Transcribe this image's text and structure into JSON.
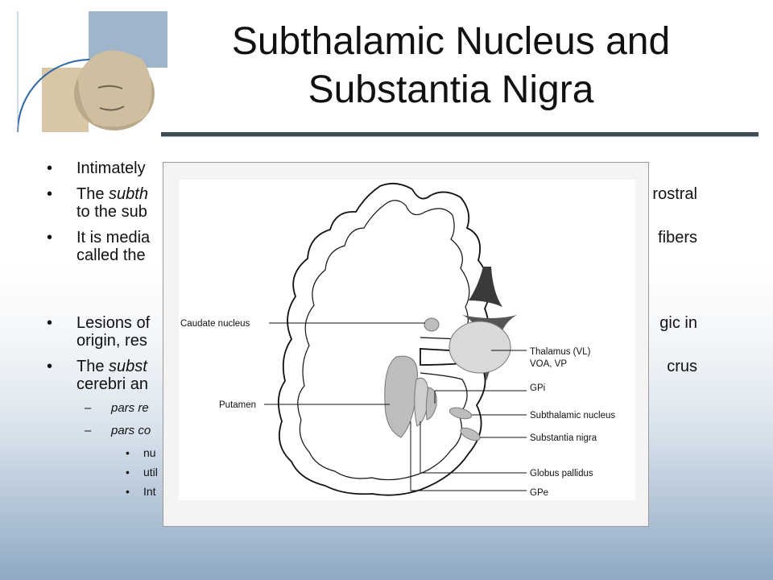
{
  "slide": {
    "title": "Subthalamic Nucleus and Substantia Nigra",
    "bullets": [
      {
        "id": "b1",
        "text": "Intimately",
        "level": 1
      },
      {
        "id": "b2_pre",
        "text": "The ",
        "level": 1
      },
      {
        "id": "b2_em",
        "text": "subth"
      },
      {
        "id": "b2_tail",
        "text": "d rostral"
      },
      {
        "id": "b2_line2",
        "text": "to the sub"
      },
      {
        "id": "b3",
        "text": "It is media"
      },
      {
        "id": "b3_tail",
        "text": "fibers"
      },
      {
        "id": "b3_line2",
        "text": "called the"
      },
      {
        "id": "b4",
        "text": "Lesions of"
      },
      {
        "id": "b4_tail",
        "text": "gic in"
      },
      {
        "id": "b4_line2",
        "text": "origin, res"
      },
      {
        "id": "b5_pre",
        "text": "The "
      },
      {
        "id": "b5_em",
        "text": "subst"
      },
      {
        "id": "b5_tail",
        "text": "crus"
      },
      {
        "id": "b5_line2",
        "text": "cerebri an"
      },
      {
        "id": "s1",
        "text": "pars re"
      },
      {
        "id": "s2",
        "text": "pars co"
      },
      {
        "id": "t1",
        "text": "nu"
      },
      {
        "id": "t2",
        "text": "util"
      },
      {
        "id": "t3",
        "text": "Int"
      }
    ]
  },
  "figure": {
    "labels": {
      "caudate": "Caudate nucleus",
      "putamen": "Putamen",
      "thalamus": "Thalamus (VL)",
      "voa": "VOA, VP",
      "gpi": "GPi",
      "subthalamic": "Subthalamic nucleus",
      "nigra": "Substantia nigra",
      "globus": "Globus pallidus",
      "gpe": "GPe"
    }
  },
  "colors": {
    "gray_nuclei": "#bdbdbd",
    "ventricle": "#3a3a3a",
    "title_rule": "#3f4d57"
  }
}
